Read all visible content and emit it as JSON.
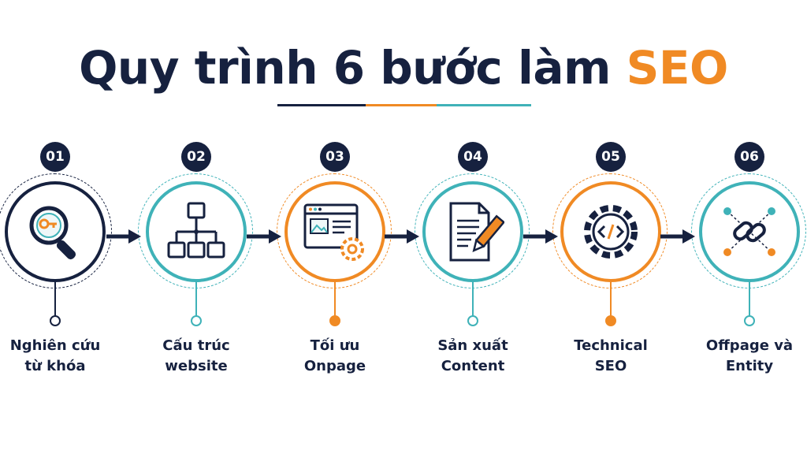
{
  "title": {
    "main": "Quy trình 6 bước làm",
    "accent": "SEO"
  },
  "colors": {
    "navy": "#16213f",
    "orange": "#f08a24",
    "teal": "#3fb2b8"
  },
  "steps": [
    {
      "number": "01",
      "line1": "Nghiên cứu",
      "line2": "từ khóa",
      "icon": "magnifier-key-icon"
    },
    {
      "number": "02",
      "line1": "Cấu trúc",
      "line2": "website",
      "icon": "sitemap-icon"
    },
    {
      "number": "03",
      "line1": "Tối ưu",
      "line2": "Onpage",
      "icon": "webpage-gear-icon"
    },
    {
      "number": "04",
      "line1": "Sản xuất",
      "line2": "Content",
      "icon": "document-pen-icon"
    },
    {
      "number": "05",
      "line1": "Technical",
      "line2": "SEO",
      "icon": "code-gear-icon"
    },
    {
      "number": "06",
      "line1": "Offpage và",
      "line2": "Entity",
      "icon": "chain-link-icon"
    }
  ]
}
